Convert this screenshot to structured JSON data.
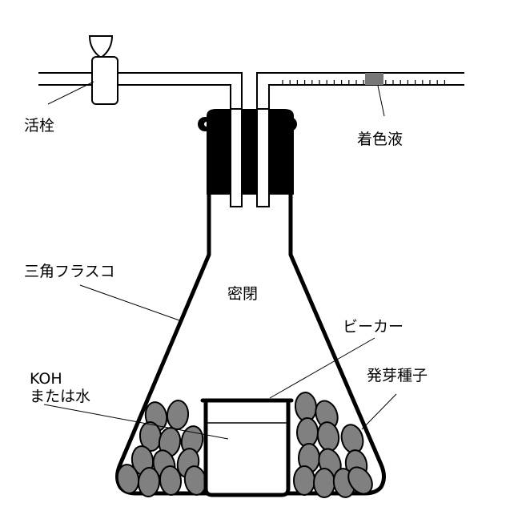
{
  "labels": {
    "stopcock": "活栓",
    "colored_liquid": "着色液",
    "flask": "三角フラスコ",
    "sealed": "密閉",
    "beaker": "ビーカー",
    "koh_line1": "KOH",
    "koh_line2": "または水",
    "seeds": "発芽種子"
  },
  "colors": {
    "seed": "#808080",
    "dye": "#777777",
    "line": "#000000"
  }
}
